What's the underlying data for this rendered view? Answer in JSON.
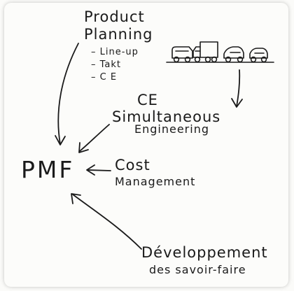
{
  "diagram": {
    "product_planning": {
      "title_line1": "Product",
      "title_line2": "Planning",
      "items": [
        "– Line-up",
        "– Takt",
        "– C E"
      ]
    },
    "simultaneous_engineering": {
      "line1": "CE",
      "line2": "Simultaneous",
      "line3": "Engineering"
    },
    "center": "PMF",
    "cost_management": {
      "line1": "Cost",
      "line2": "Management"
    },
    "know_how": {
      "line1": "Développement",
      "line2": "des savoir-faire"
    }
  }
}
